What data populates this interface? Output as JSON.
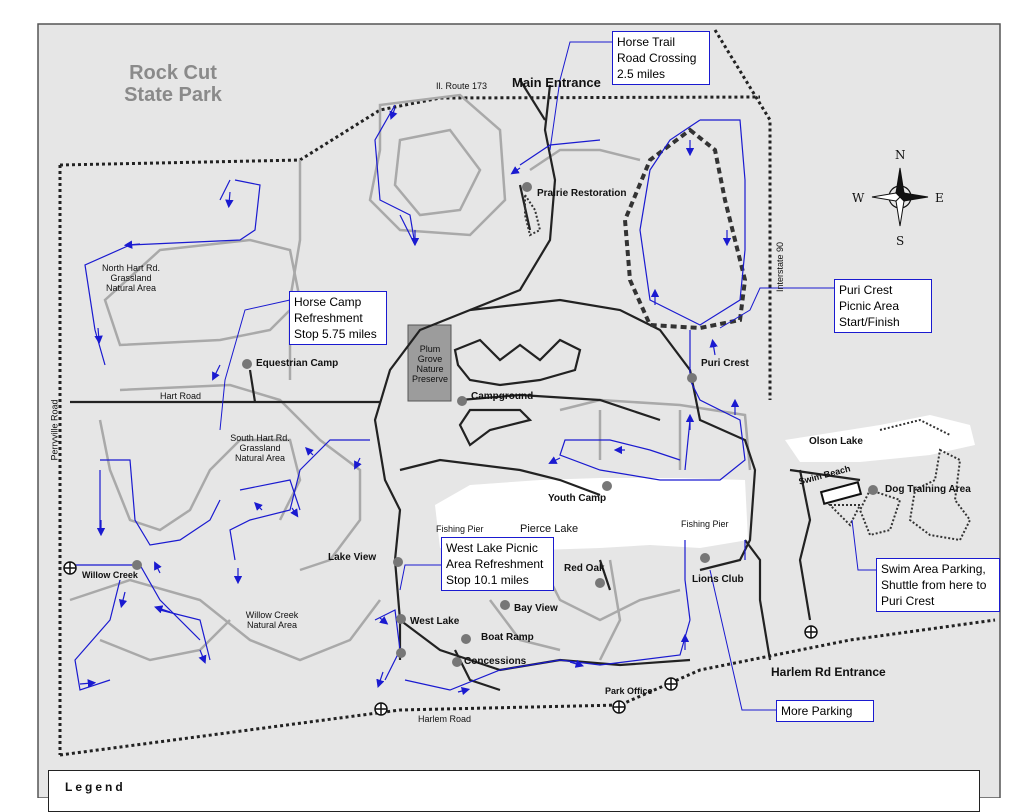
{
  "park": {
    "title_line1": "Rock Cut",
    "title_line2": "State Park"
  },
  "compass": {
    "n": "N",
    "s": "S",
    "e": "E",
    "w": "W"
  },
  "roads": {
    "route173": "Il. Route 173",
    "hart_road": "Hart Road",
    "harlem_road": "Harlem Road",
    "perryville_road": "Perryville Road",
    "interstate90": "Interstate 90"
  },
  "labels": {
    "main_entrance": "Main Entrance",
    "prairie_restoration": "Prairie Restoration",
    "north_hart": "North Hart Rd. Grassland Natural Area",
    "equestrian_camp": "Equestrian Camp",
    "plum_grove": "Plum Grove Nature Preserve",
    "campground": "Campground",
    "puri_crest": "Puri Crest",
    "south_hart": "South Hart Rd. Grassland Natural Area",
    "olson_lake": "Olson Lake",
    "swim_beach": "Swim Beach",
    "dog_training": "Dog Training Area",
    "youth_camp": "Youth Camp",
    "pierce_lake": "Pierce Lake",
    "fishing_pier_1": "Fishing Pier",
    "fishing_pier_2": "Fishing Pier",
    "lake_view": "Lake View",
    "willow_creek": "Willow Creek",
    "willow_creek_na": "Willow Creek Natural Area",
    "red_oak": "Red Oak",
    "lions_club": "Lions Club",
    "bay_view": "Bay View",
    "west_lake": "West Lake",
    "boat_ramp": "Boat Ramp",
    "concessions": "Concessions",
    "park_office": "Park Office",
    "harlem_entrance": "Harlem Rd Entrance"
  },
  "callouts": {
    "horse_trail": [
      "Horse Trail",
      "Road Crossing",
      "2.5 miles"
    ],
    "horse_camp": [
      "Horse Camp",
      "Refreshment",
      "Stop 5.75 miles"
    ],
    "puri_crest": [
      "Puri Crest",
      "Picnic Area",
      "Start/Finish"
    ],
    "west_lake": [
      "West Lake Picnic",
      "Area Refreshment",
      "Stop 10.1 miles"
    ],
    "swim_area": [
      "Swim Area Parking,",
      "Shuttle from here to",
      "Puri Crest"
    ],
    "more_parking": [
      "More Parking"
    ]
  },
  "legend": {
    "title": "Legend"
  },
  "colors": {
    "route": "#1a1ad0",
    "road": "#222222",
    "trail": "#a8a8a8",
    "lake": "#ffffff",
    "land": "#e4e4e4",
    "preserve": "#9a9a9a"
  }
}
